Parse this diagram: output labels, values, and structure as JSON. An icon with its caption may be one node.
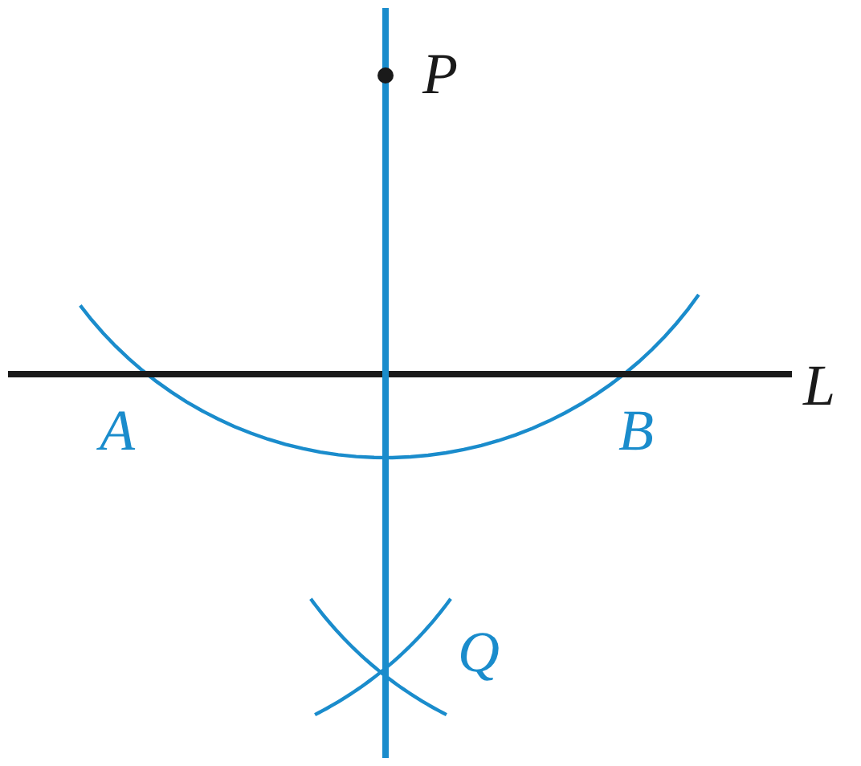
{
  "diagram": {
    "labels": [
      "P",
      "L",
      "A",
      "B",
      "Q"
    ]
  }
}
